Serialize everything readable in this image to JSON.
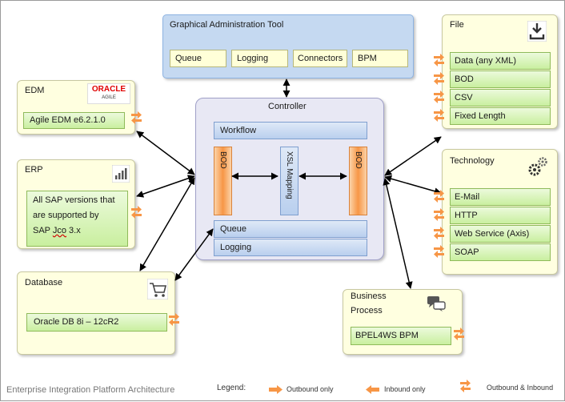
{
  "gat": {
    "title": "Graphical Administration Tool",
    "items": [
      "Queue",
      "Logging",
      "Connectors",
      "BPM"
    ]
  },
  "controller": {
    "title": "Controller",
    "workflow": "Workflow",
    "bod_left": "BOD",
    "xsl": "XSL Mapping",
    "bod_right": "BOD",
    "queue": "Queue",
    "logging": "Logging"
  },
  "edm": {
    "title": "EDM",
    "logo_top": "ORACLE",
    "logo_bottom": "AGILE",
    "item": "Agile EDM  e6.2.1.0"
  },
  "erp": {
    "title": "ERP",
    "item_line1": "All SAP versions  that",
    "item_line2": "are supported  by",
    "item_line3a": "SAP ",
    "item_line3b": "Jco",
    "item_line3c": " 3.x"
  },
  "database": {
    "title": "Database",
    "item": "Oracle DB 8i – 12cR2"
  },
  "file": {
    "title": "File",
    "items": [
      "Data (any XML)",
      "BOD",
      "CSV",
      "Fixed Length"
    ]
  },
  "technology": {
    "title": "Technology",
    "items": [
      "E-Mail",
      "HTTP",
      "Web Service  (Axis)",
      "SOAP"
    ]
  },
  "business": {
    "title_line1": "Business",
    "title_line2": "Process",
    "item": "BPEL4WS BPM"
  },
  "footer": {
    "caption": "Enterprise  Integration  Platform Architecture",
    "legend_label": "Legend:",
    "outbound": "Outbound only",
    "inbound": "Inbound only",
    "both": "Outbound & Inbound"
  },
  "colors": {
    "orange_arrow": "#f79646",
    "blue_box": "#c5d9f1",
    "green_item": "#c9ef9f",
    "yellow_panel": "#ffffe0"
  },
  "icons": [
    "download-icon",
    "oracle-agile-logo",
    "bar-chart-icon",
    "shopping-cart-icon",
    "gears-icon",
    "chat-bubbles-icon"
  ]
}
